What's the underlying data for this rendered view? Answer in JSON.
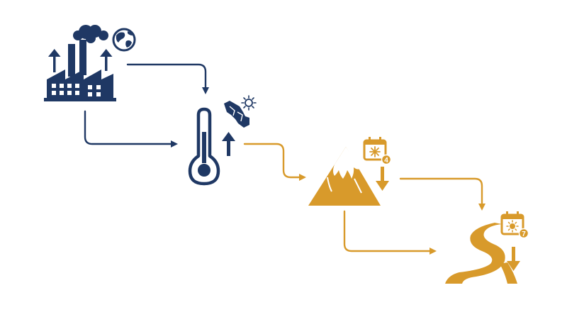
{
  "colors": {
    "navy": "#1f3864",
    "gold": "#d89a2b",
    "white": "#ffffff"
  },
  "nodes": [
    {
      "id": "factory",
      "icon": "factory-emissions-icon",
      "color": "navy"
    },
    {
      "id": "globe",
      "icon": "globe-icon",
      "color": "navy"
    },
    {
      "id": "thermometer",
      "icon": "thermometer-rising-icon",
      "color": "navy"
    },
    {
      "id": "climate",
      "icon": "sun-over-land-icon",
      "color": "navy"
    },
    {
      "id": "mountain",
      "icon": "snowy-mountain-icon",
      "color": "gold"
    },
    {
      "id": "snow-calendar",
      "icon": "calendar-snowflake-icon",
      "color": "gold"
    },
    {
      "id": "river",
      "icon": "river-icon",
      "color": "gold"
    },
    {
      "id": "sun-calendar",
      "icon": "calendar-sun-icon",
      "color": "gold"
    }
  ],
  "calendar_badges": {
    "snow": "4",
    "sun": "7"
  },
  "connections": [
    {
      "from": "factory",
      "to": "thermometer",
      "color": "navy"
    },
    {
      "from": "factory",
      "to": "thermometer",
      "color": "navy"
    },
    {
      "from": "thermometer",
      "to": "mountain",
      "color": "gold"
    },
    {
      "from": "mountain",
      "to": "river",
      "color": "gold"
    },
    {
      "from": "mountain",
      "to": "river",
      "color": "gold"
    }
  ]
}
